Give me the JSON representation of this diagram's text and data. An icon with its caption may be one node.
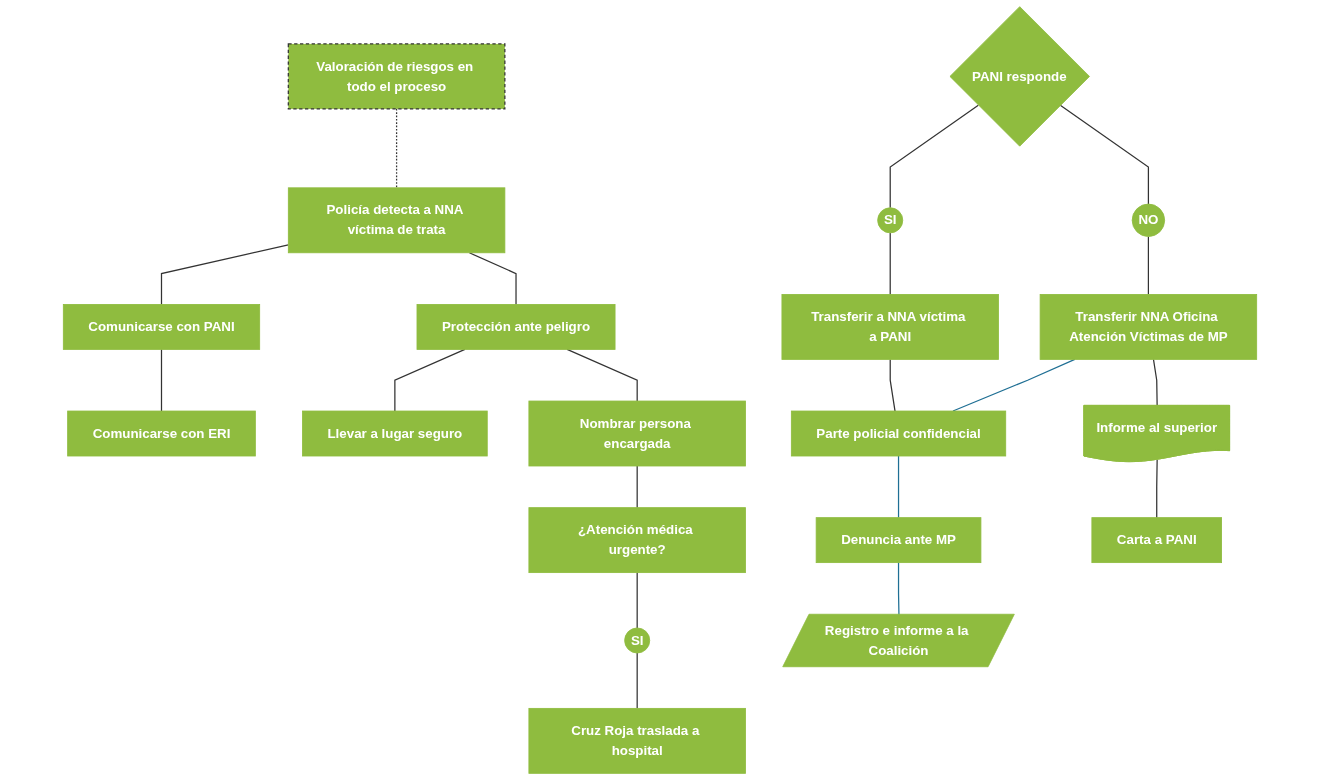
{
  "diagram": {
    "nodes": [
      {
        "text": [
          "Valoración de riesgos en todo el proceso"
        ]
      },
      {
        "text": [
          "Policía detecta a NNA víctima de trata"
        ]
      },
      {
        "text": [
          "Protección ante peligro"
        ]
      },
      {
        "text": [
          "Comunicarse con PANI"
        ]
      },
      {
        "text": [
          "Comunicarse con ERI"
        ]
      },
      {
        "text": [
          "Llevar a lugar seguro"
        ]
      },
      {
        "text": [
          "Nombrar persona encargada"
        ]
      },
      {
        "text": [
          "¿Atención médica urgente?"
        ]
      },
      {
        "text": [
          "SI"
        ]
      },
      {
        "text": [
          "Cruz Roja traslada a hospital"
        ]
      },
      {
        "text": [
          "PANI responde"
        ]
      },
      {
        "text": [
          "SI"
        ]
      },
      {
        "text": [
          "NO"
        ]
      },
      {
        "text": [
          "Transferir a NNA víctima a PANI"
        ]
      },
      {
        "text": [
          "Transferir NNA Oficina Atención Víctimas de MP"
        ]
      },
      {
        "text": [
          "Parte policial confidencial"
        ]
      },
      {
        "text": [
          "Informe al superior"
        ]
      },
      {
        "text": [
          "Denuncia ante MP"
        ]
      },
      {
        "text": [
          "Carta a PANI"
        ]
      },
      {
        "text": [
          "Registro e informe a la Coalición"
        ]
      }
    ],
    "edges": [
      {
        "from": 0,
        "to": 1,
        "arrow": "none",
        "style": "dashed"
      },
      {
        "from": 1,
        "to": 2,
        "arrow": "none"
      },
      {
        "from": 1,
        "to": 3,
        "arrow": "none"
      },
      {
        "from": 3,
        "to": 4,
        "arrow": "none"
      },
      {
        "from": 2,
        "to": 5,
        "arrow": "none"
      },
      {
        "from": 2,
        "to": 6,
        "arrow": "none"
      },
      {
        "from": 6,
        "to": 7,
        "arrow": "none"
      },
      {
        "from": 7,
        "to": 8,
        "arrow": "none"
      },
      {
        "from": 8,
        "to": 9,
        "arrow": "none"
      },
      {
        "from": 10,
        "to": 11,
        "arrow": "none"
      },
      {
        "from": 10,
        "to": 12,
        "arrow": "none"
      },
      {
        "from": 11,
        "to": 13,
        "arrow": "none"
      },
      {
        "from": 13,
        "to": 15,
        "arrow": "none"
      },
      {
        "from": 12,
        "to": 14,
        "arrow": "none"
      },
      {
        "from": 14,
        "to": 15,
        "arrow": "none",
        "color": "#1f6f94"
      },
      {
        "from": 15,
        "to": 17,
        "arrow": "none",
        "color": "#1f6f94"
      },
      {
        "from": 14,
        "to": 16,
        "arrow": "none"
      },
      {
        "from": 16,
        "to": 18,
        "arrow": "none"
      },
      {
        "from": 17,
        "to": 19,
        "arrow": "none",
        "color": "#1f6f94"
      }
    ]
  }
}
